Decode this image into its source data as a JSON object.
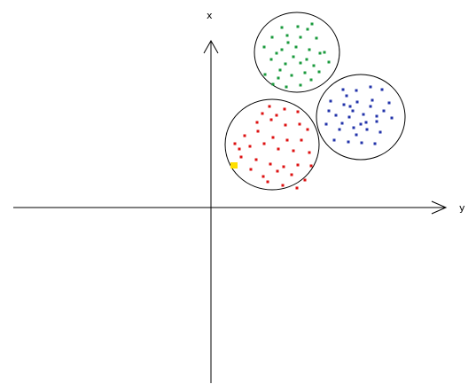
{
  "diagram": {
    "axis_labels": {
      "vertical": "x",
      "horizontal": "y"
    },
    "colors": {
      "axis": "#000000",
      "circle": "#000000",
      "green": "#1a9a3c",
      "blue": "#2233aa",
      "red": "#dd1111",
      "yellow": "#ffe000"
    },
    "clusters": [
      {
        "name": "green-cluster",
        "color": "green",
        "point_count": 33
      },
      {
        "name": "blue-cluster",
        "color": "blue",
        "point_count": 34
      },
      {
        "name": "red-cluster",
        "color": "red",
        "point_count": 36
      }
    ],
    "highlight_point": {
      "color": "yellow"
    }
  }
}
